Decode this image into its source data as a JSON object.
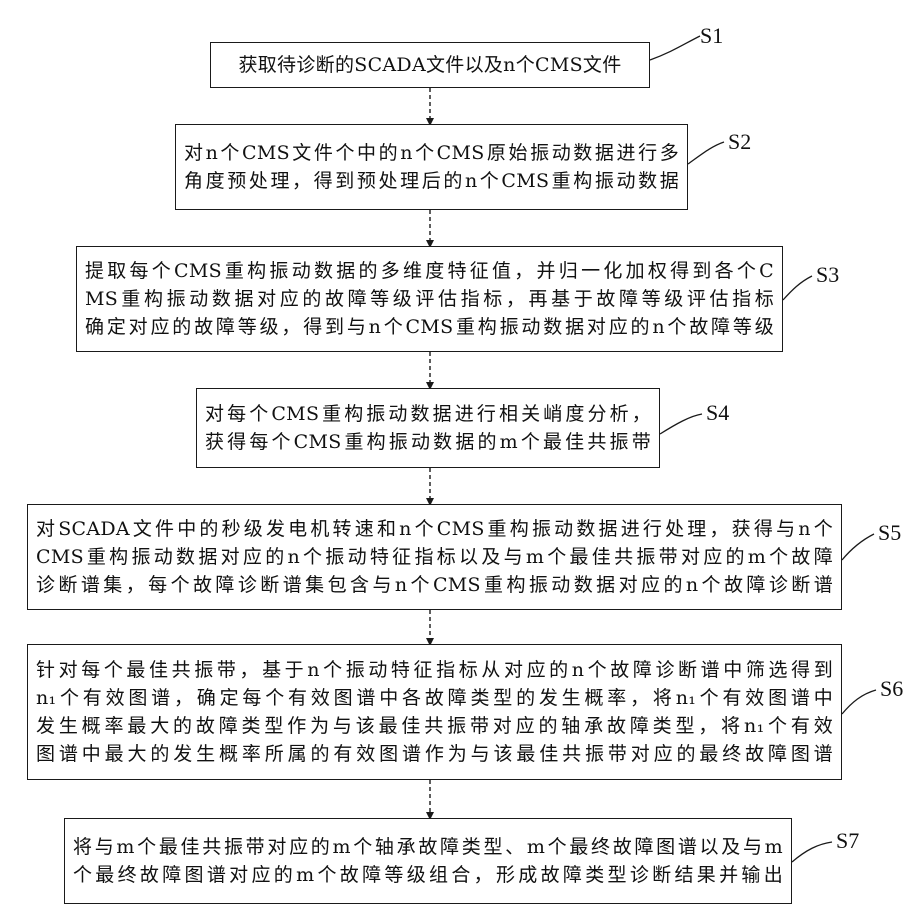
{
  "steps": [
    {
      "label": "S1",
      "lines": [
        "获取待诊断的SCADA文件以及n个CMS文件"
      ]
    },
    {
      "label": "S2",
      "lines": [
        "对n个CMS文件个中的n个CMS原始振动数据进行多",
        "角度预处理，得到预处理后的n个CMS重构振动数据"
      ]
    },
    {
      "label": "S3",
      "lines": [
        "提取每个CMS重构振动数据的多维度特征值，并归一化加权得到各个C",
        "MS重构振动数据对应的故障等级评估指标，再基于故障等级评估指标",
        "确定对应的故障等级，得到与n个CMS重构振动数据对应的n个故障等级"
      ]
    },
    {
      "label": "S4",
      "lines": [
        "对每个CMS重构振动数据进行相关峭度分析，",
        "获得每个CMS重构振动数据的m个最佳共振带"
      ]
    },
    {
      "label": "S5",
      "lines": [
        "对SCADA文件中的秒级发电机转速和n个CMS重构振动数据进行处理，获得与n个",
        "CMS重构振动数据对应的n个振动特征指标以及与m个最佳共振带对应的m个故障",
        "诊断谱集，每个故障诊断谱集包含与n个CMS重构振动数据对应的n个故障诊断谱"
      ]
    },
    {
      "label": "S6",
      "lines": [
        "针对每个最佳共振带，基于n个振动特征指标从对应的n个故障诊断谱中筛选得到",
        "n₁个有效图谱，确定每个有效图谱中各故障类型的发生概率，将n₁个有效图谱中",
        "发生概率最大的故障类型作为与该最佳共振带对应的轴承故障类型，将n₁个有效",
        "图谱中最大的发生概率所属的有效图谱作为与该最佳共振带对应的最终故障图谱"
      ]
    },
    {
      "label": "S7",
      "lines": [
        "将与m个最佳共振带对应的m个轴承故障类型、m个最终故障图谱以及与m",
        "个最终故障图谱对应的m个故障等级组合，形成故障类型诊断结果并输出"
      ]
    }
  ]
}
